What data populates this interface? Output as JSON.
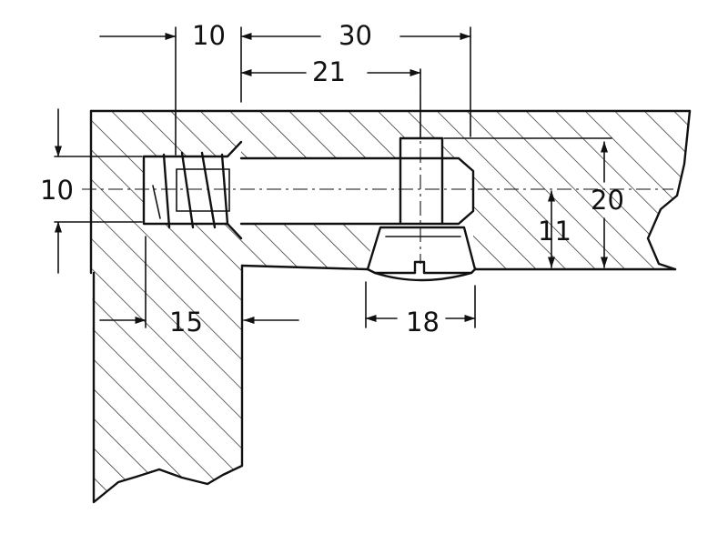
{
  "dimensions": {
    "cam_offset": "10",
    "total_depth": "30",
    "bolt_to_cam": "21",
    "sleeve_diameter": "10",
    "sleeve_depth": "15",
    "cam_diameter": "18",
    "cam_height": "11",
    "panel_thickness": "20"
  }
}
